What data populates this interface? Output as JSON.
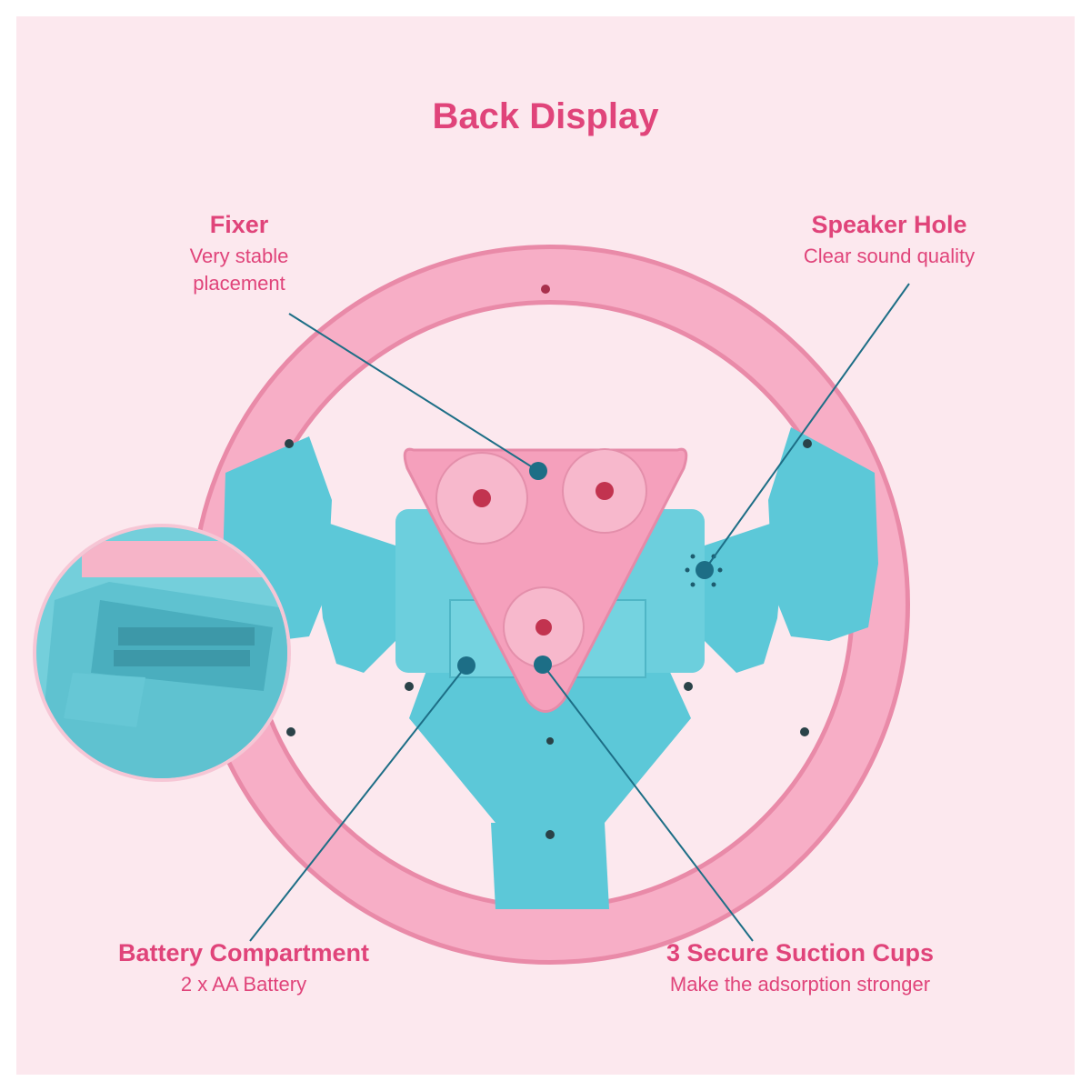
{
  "title": "Back Display",
  "callouts": {
    "fixer": {
      "title": "Fixer",
      "desc_line1": "Very stable",
      "desc_line2": "placement"
    },
    "speaker_hole": {
      "title": "Speaker Hole",
      "desc": "Clear sound quality"
    },
    "battery": {
      "title": "Battery Compartment",
      "desc": "2 x AA Battery"
    },
    "suction": {
      "title": "3 Secure Suction Cups",
      "desc": "Make the adsorption stronger"
    }
  },
  "colors": {
    "background": "#fce8ee",
    "heading": "#e0447a",
    "wheel_pink": "#f5a7c0",
    "wheel_blue": "#5cc8d8",
    "leader_line": "#1d6e86"
  },
  "icons": [
    "steering-wheel-illustration",
    "battery-compartment-inset"
  ]
}
